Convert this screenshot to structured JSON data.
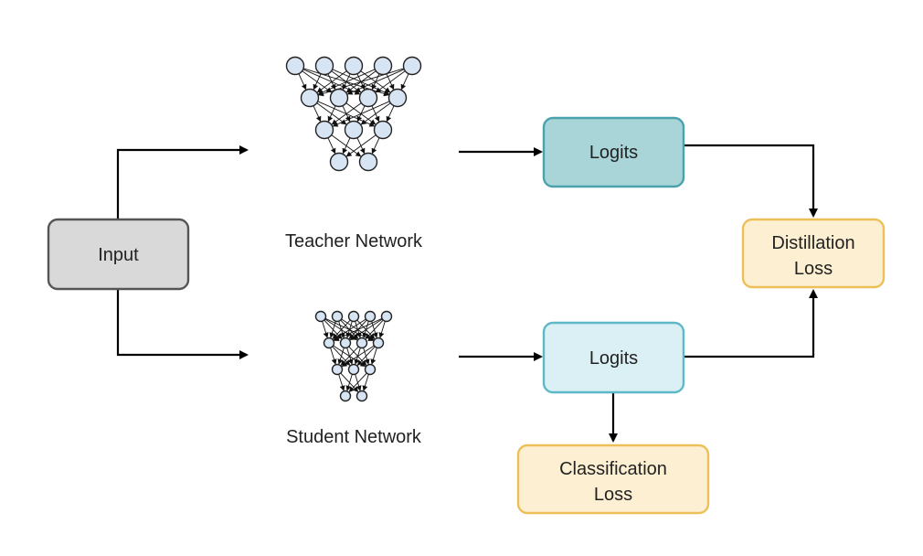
{
  "nodes": {
    "input": {
      "label": "Input"
    },
    "teacher_logits": {
      "label": "Logits"
    },
    "student_logits": {
      "label": "Logits"
    },
    "distillation_loss": {
      "line1": "Distillation",
      "line2": "Loss"
    },
    "classification_loss": {
      "line1": "Classification",
      "line2": "Loss"
    }
  },
  "networks": {
    "teacher": {
      "label": "Teacher Network",
      "layers": [
        5,
        4,
        3,
        2
      ]
    },
    "student": {
      "label": "Student Network",
      "layers": [
        5,
        4,
        3,
        2
      ]
    }
  },
  "colors": {
    "input_fill": "#d9d9d9",
    "input_stroke": "#555555",
    "teacher_logits_fill": "#a9d5d9",
    "teacher_logits_stroke": "#4aa3ac",
    "student_logits_fill": "#daf0f4",
    "student_logits_stroke": "#5fb8c6",
    "loss_fill": "#fdf0d2",
    "loss_stroke": "#ecbf58",
    "neuron_fill": "#d6e4f3"
  }
}
